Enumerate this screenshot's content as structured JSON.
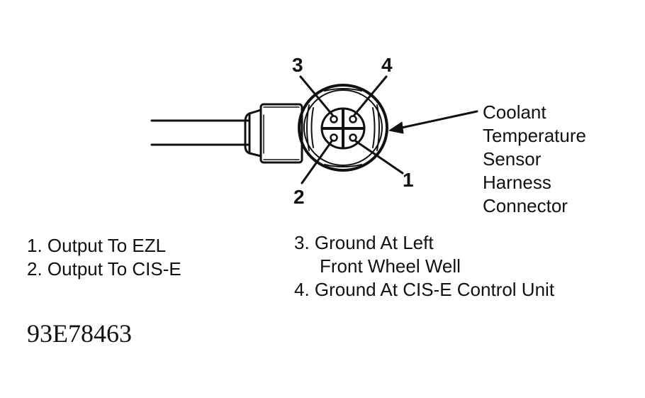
{
  "connector": {
    "callout_lines": [
      "Coolant",
      "Temperature",
      "Sensor",
      "Harness",
      "Connector"
    ],
    "pins": [
      "1",
      "2",
      "3",
      "4"
    ]
  },
  "legend": {
    "left": [
      "1. Output To EZL",
      "2. Output To CIS-E"
    ],
    "right": [
      "3. Ground At Left",
      "Front Wheel Well",
      "4. Ground At CIS-E Control Unit"
    ]
  },
  "figure_id": "93E78463",
  "colors": {
    "ink": "#111111",
    "background": "#ffffff"
  }
}
